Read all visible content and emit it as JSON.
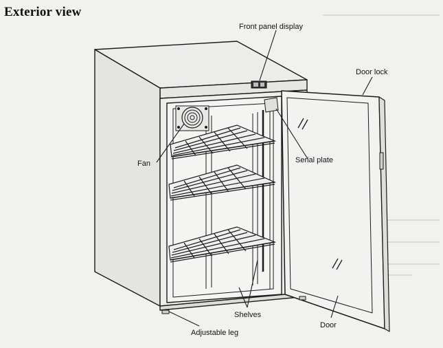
{
  "title": "Exterior view",
  "labels": {
    "front_panel_display": "Front panel display",
    "door_lock": "Door lock",
    "fan": "Fan",
    "serial_plate": "Serial plate",
    "shelves": "Shelves",
    "adjustable_leg": "Adjustable leg",
    "door": "Door"
  },
  "icons": {
    "fan": "fan-grille-icon",
    "display": "front-panel-display-icon",
    "glass_mark": "glass-reflection-icon"
  },
  "colors": {
    "background": "#f1f1ee",
    "line": "#1a1a1a",
    "ghost_text": "#c9c9c4"
  }
}
